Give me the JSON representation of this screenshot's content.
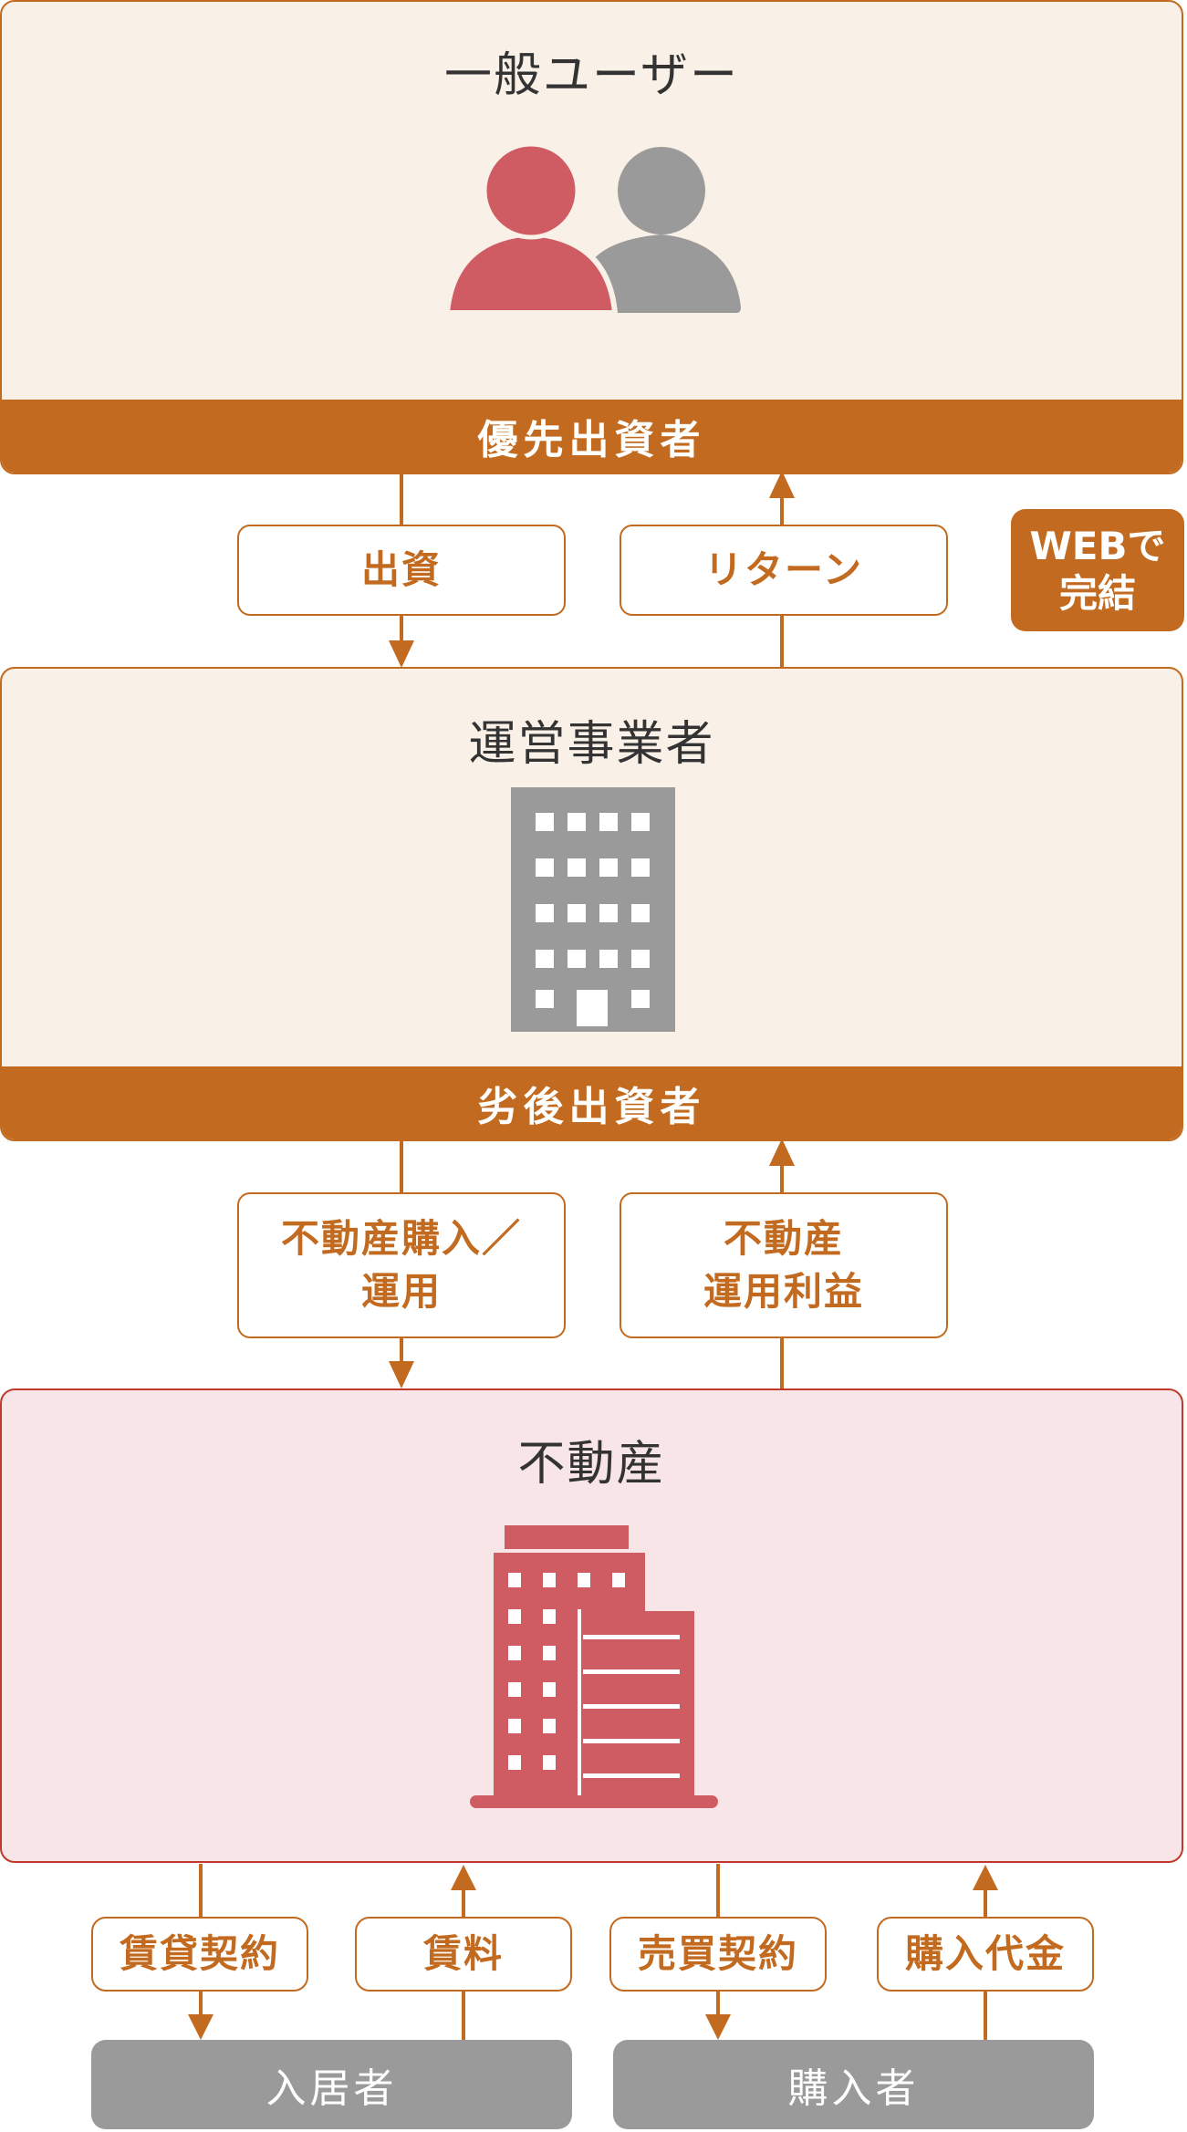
{
  "general_user": {
    "title": "一般ユーザー",
    "band": "優先出資者"
  },
  "operator": {
    "title": "運営事業者",
    "band": "劣後出資者"
  },
  "real_estate": {
    "title": "不動産"
  },
  "flows": {
    "investment": "出資",
    "return": "リターン",
    "purchase_operation": "不動産購入／\n運用",
    "operation_profit": "不動産\n運用利益",
    "lease_contract": "賃貸契約",
    "rent": "賃料",
    "sale_contract": "売買契約",
    "purchase_price": "購入代金"
  },
  "badge": {
    "web_complete": "WEBで\n完結"
  },
  "parties": {
    "tenant": "入居者",
    "buyer": "購入者"
  },
  "colors": {
    "accent": "#c26a1f",
    "light_box": "#f9f0e8",
    "real_estate_box": "#f7e5e8",
    "real_estate_border": "#c0392b",
    "person_red": "#cf5c63",
    "gray": "#9a9a9a"
  }
}
